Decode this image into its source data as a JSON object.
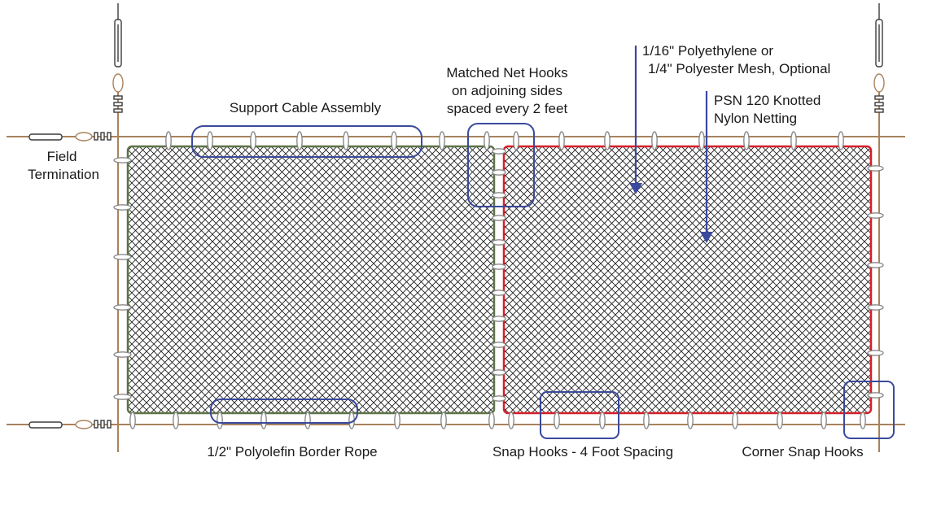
{
  "labels": {
    "support_cable_assembly": "Support Cable Assembly",
    "field_termination_line1": "Field",
    "field_termination_line2": "Termination",
    "matched_hooks_line1": "Matched Net Hooks",
    "matched_hooks_line2": "on adjoining sides",
    "matched_hooks_line3": "spaced every 2 feet",
    "mesh_line1": "1/16\" Polyethylene or",
    "mesh_line2": "1/4\" Polyester Mesh, Optional",
    "psn_line1": "PSN 120 Knotted",
    "psn_line2": "Nylon Netting",
    "border_rope": "1/2\" Polyolefin Border Rope",
    "snap_hooks": "Snap Hooks - 4 Foot Spacing",
    "corner_snap_hooks": "Corner Snap Hooks"
  },
  "colors": {
    "cable": "#a8825c",
    "left_border_rope": "#5d7347",
    "right_border_rope": "#d4202a",
    "callout": "#3a4a9c",
    "mesh": "#222222",
    "hook": "#8a8a8a"
  }
}
